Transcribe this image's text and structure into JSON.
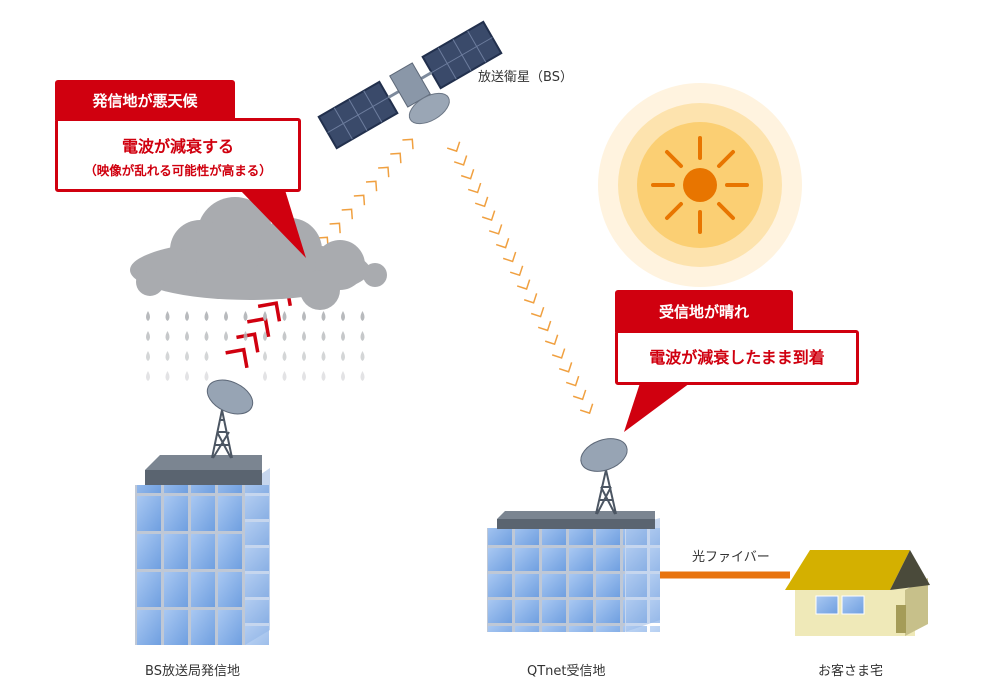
{
  "satellite_label": "放送衛星（BS）",
  "callout_sender": {
    "tab": "発信地が悪天候",
    "main": "電波が減衰する",
    "sub": "（映像が乱れる可能性が高まる）"
  },
  "callout_receiver": {
    "tab": "受信地が晴れ",
    "main": "電波が減衰したまま到着"
  },
  "fiber_label": "光ファイバー",
  "locations": {
    "sender": "BS放送局発信地",
    "receiver": "QTnet受信地",
    "customer": "お客さま宅"
  },
  "colors": {
    "accent_red": "#d0000f",
    "signal_orange": "#f0a040",
    "fiber": "#e8730e",
    "sun": "#e87500"
  }
}
